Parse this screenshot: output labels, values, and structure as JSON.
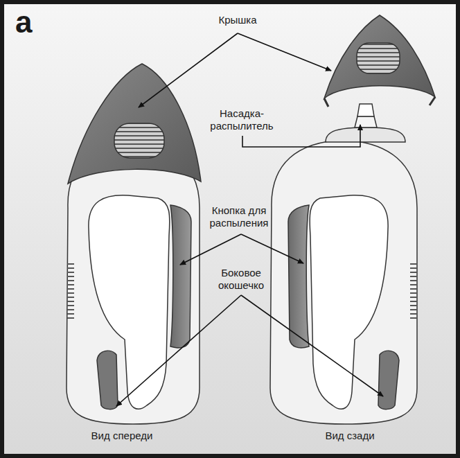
{
  "diagram": {
    "labels": [
      "а",
      "Крышка",
      "Насадка- распылитель",
      "Кнопка для распыления",
      "Боковое окошечко",
      "Вид спереди",
      "Вид сзади"
    ]
  }
}
